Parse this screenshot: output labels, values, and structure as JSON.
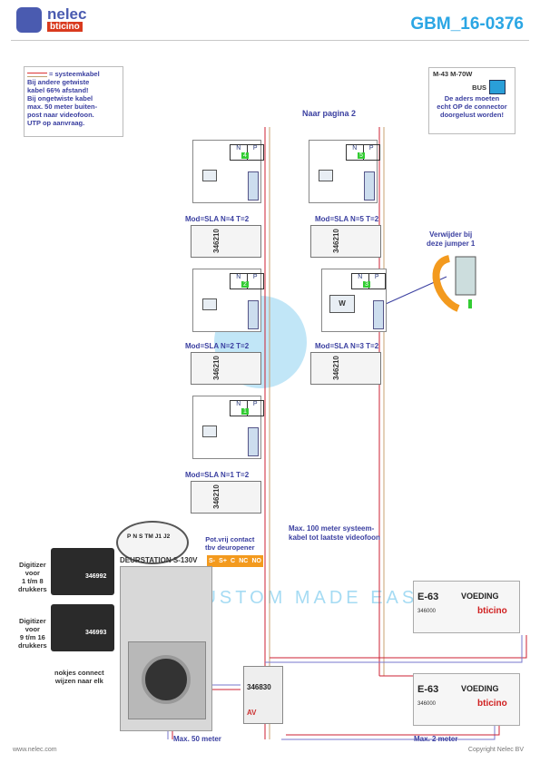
{
  "header": {
    "brand": "nelec",
    "brand_sub": "bticino",
    "doc_id": "GBM_16-0376"
  },
  "legend": {
    "title": "= systeemkabel",
    "lines": [
      "Bij andere getwiste",
      "kabel 66% afstand!",
      "Bij ongetwiste kabel",
      "max. 50 meter buiten-",
      "post naar videofoon.",
      "UTP op aanvraag."
    ]
  },
  "bus_note": {
    "model": "M-43  M-70W",
    "bus_label": "BUS",
    "lines": [
      "De aders moeten",
      "echt OP de connector",
      "doorgelust worden!"
    ]
  },
  "naar_pagina": "Naar pagina 2",
  "monitors": [
    {
      "n": "4",
      "p": "N",
      "pl": "P"
    },
    {
      "n": "5",
      "p": "N",
      "pl": "P"
    },
    {
      "n": "2",
      "p": "N",
      "pl": "P"
    },
    {
      "n": "3",
      "p": "N",
      "pl": "P"
    },
    {
      "n": "1",
      "p": "N",
      "pl": "P"
    }
  ],
  "modules": [
    {
      "label": "Mod=SLA N=4 T=2",
      "code": "346210"
    },
    {
      "label": "Mod=SLA N=5 T=2",
      "code": "346210"
    },
    {
      "label": "Mod=SLA N=2 T=2",
      "code": "346210"
    },
    {
      "label": "Mod=SLA N=3 T=2",
      "code": "346210"
    },
    {
      "label": "Mod=SLA N=1 T=2",
      "code": "346210"
    }
  ],
  "jumper_note": [
    "Verwijder bij",
    "deze jumper 1"
  ],
  "monitor_w": "W",
  "max100": [
    "Max. 100 meter systeem-",
    "kabel tot laatste videofoon"
  ],
  "pot_contact": [
    "Pot.vrij contact",
    "tbv deuropener"
  ],
  "relay_terms": [
    "S-",
    "S+",
    "C",
    "NC",
    "NO"
  ],
  "pnstm": [
    "P",
    "N",
    "S",
    "TM",
    "J1",
    "J2"
  ],
  "deurstation": "DEURSTATION S-130V",
  "digitizer1": {
    "label": [
      "Digitizer",
      "voor",
      "1 t/m 8",
      "drukkers"
    ],
    "code": "346992"
  },
  "digitizer2": {
    "label": [
      "Digitizer",
      "voor",
      "9 t/m 16",
      "drukkers"
    ],
    "code": "346993"
  },
  "nokjes": [
    "nokjes connect",
    "wijzen naar elk"
  ],
  "psu1": {
    "model": "E-63",
    "name": "VOEDING",
    "brand": "bticino",
    "code": "346000"
  },
  "psu2": {
    "model": "E-63",
    "name": "VOEDING",
    "brand": "bticino",
    "code": "346000"
  },
  "av_module": {
    "code": "346830",
    "label": "AV"
  },
  "max50": "Max. 50 meter",
  "max2": "Max. 2 meter",
  "footer": {
    "left": "www.nelec.com",
    "right": "Copyright Nelec BV"
  },
  "watermark": "CUSTOM MADE EASY"
}
